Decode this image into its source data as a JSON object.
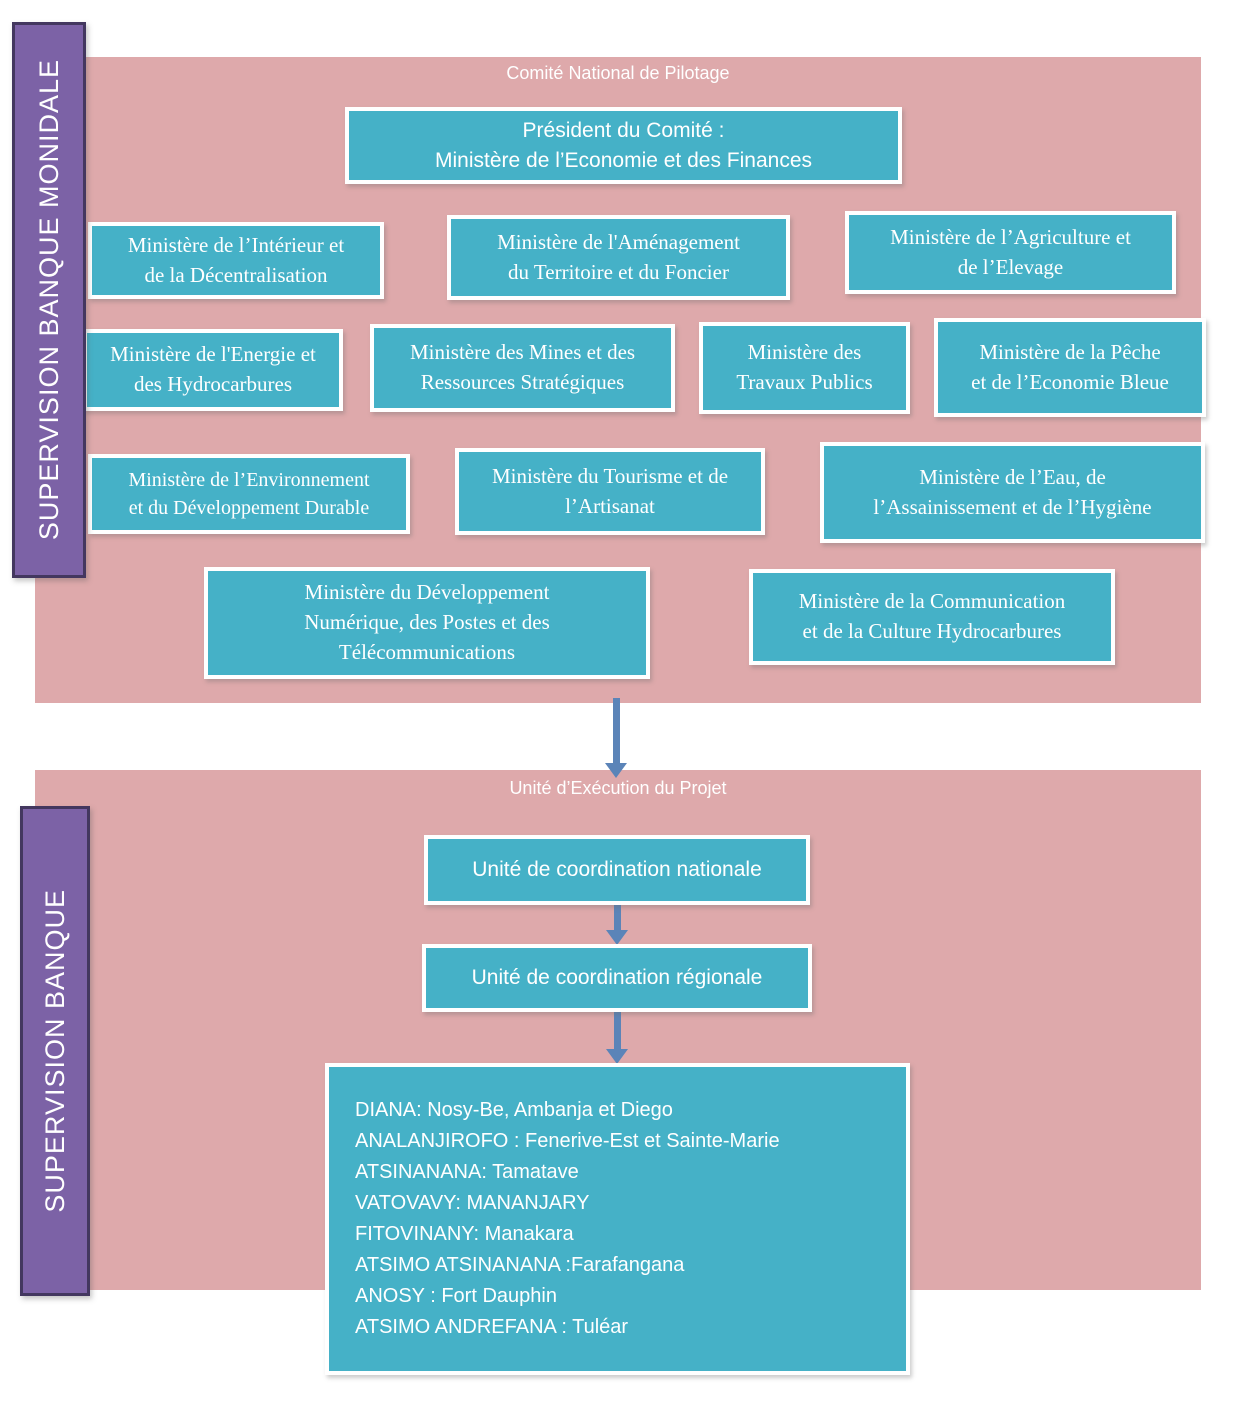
{
  "banners": {
    "top_label": "SUPERVISION BANQUE MONIDALE",
    "bottom_label": "SUPERVISION BANQUE"
  },
  "pilotage": {
    "title": "Comité National de Pilotage",
    "president": "Président du Comité :\nMinistère de l’Economie et des Finances",
    "ministries": [
      "Ministère de l’Intérieur et\nde la Décentralisation",
      "Ministère de l'Aménagement\ndu Territoire et du Foncier",
      "Ministère de l’Agriculture et\nde l’Elevage",
      "Ministère de l'Energie et\ndes Hydrocarbures",
      "Ministère des Mines et des\nRessources Stratégiques",
      "Ministère des\nTravaux Publics",
      "Ministère de la Pêche\net de l’Economie Bleue",
      "Ministère de l’Environnement\net du Développement Durable",
      "Ministère du Tourisme et de\nl’Artisanat",
      "Ministère de l’Eau, de\nl’Assainissement et de l’Hygiène",
      "Ministère du Développement\nNumérique, des Postes et des\nTélécommunications",
      "Ministère de la Communication\net de la Culture Hydrocarbures"
    ]
  },
  "execution": {
    "title": "Unité d’Exécution du Projet",
    "national_unit": "Unité de coordination nationale",
    "regional_unit": "Unité de coordination régionale",
    "regions": [
      "DIANA: Nosy-Be, Ambanja et Diego",
      "ANALANJIROFO : Fenerive-Est et Sainte-Marie",
      "ATSINANANA: Tamatave",
      "VATOVAVY: MANANJARY",
      "FITOVINANY: Manakara",
      "ATSIMO ATSINANANA :Farafangana",
      "ANOSY : Fort Dauphin",
      "ATSIMO ANDREFANA : Tuléar"
    ]
  },
  "colors": {
    "panel_pink": "#dea9ab",
    "box_teal": "#45b1c7",
    "banner_purple": "#7c62a6",
    "arrow_blue": "#5b84b8"
  }
}
